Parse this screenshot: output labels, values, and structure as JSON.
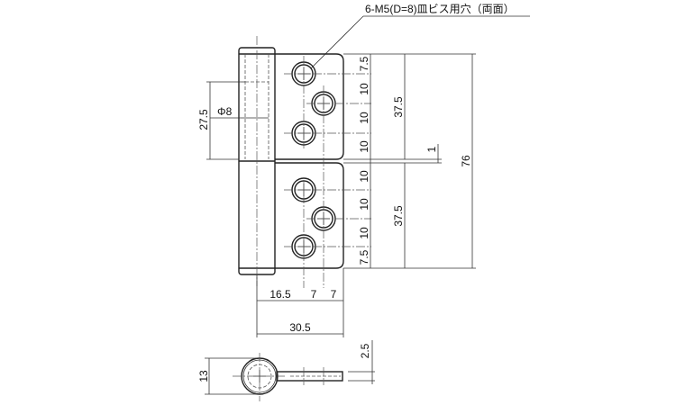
{
  "drawing": {
    "callout": "6-M5(D=8)皿ビス用穴（両面）",
    "dims": {
      "top_edge": "7.5",
      "pitch_1": "10",
      "pitch_2": "10",
      "pitch_3": "10",
      "pitch_4": "10",
      "pitch_5": "10",
      "pitch_6": "10",
      "bottom_edge": "7.5",
      "leaf_upper": "37.5",
      "leaf_lower": "37.5",
      "total_height": "76",
      "gap": "1",
      "pin_depth": "27.5",
      "pin_dia": "Φ8",
      "hole_offset": "16.5",
      "hole_pitch_1": "7",
      "hole_pitch_2": "7",
      "total_width": "30.5",
      "knuckle_dia": "13",
      "thickness": "2.5"
    }
  }
}
